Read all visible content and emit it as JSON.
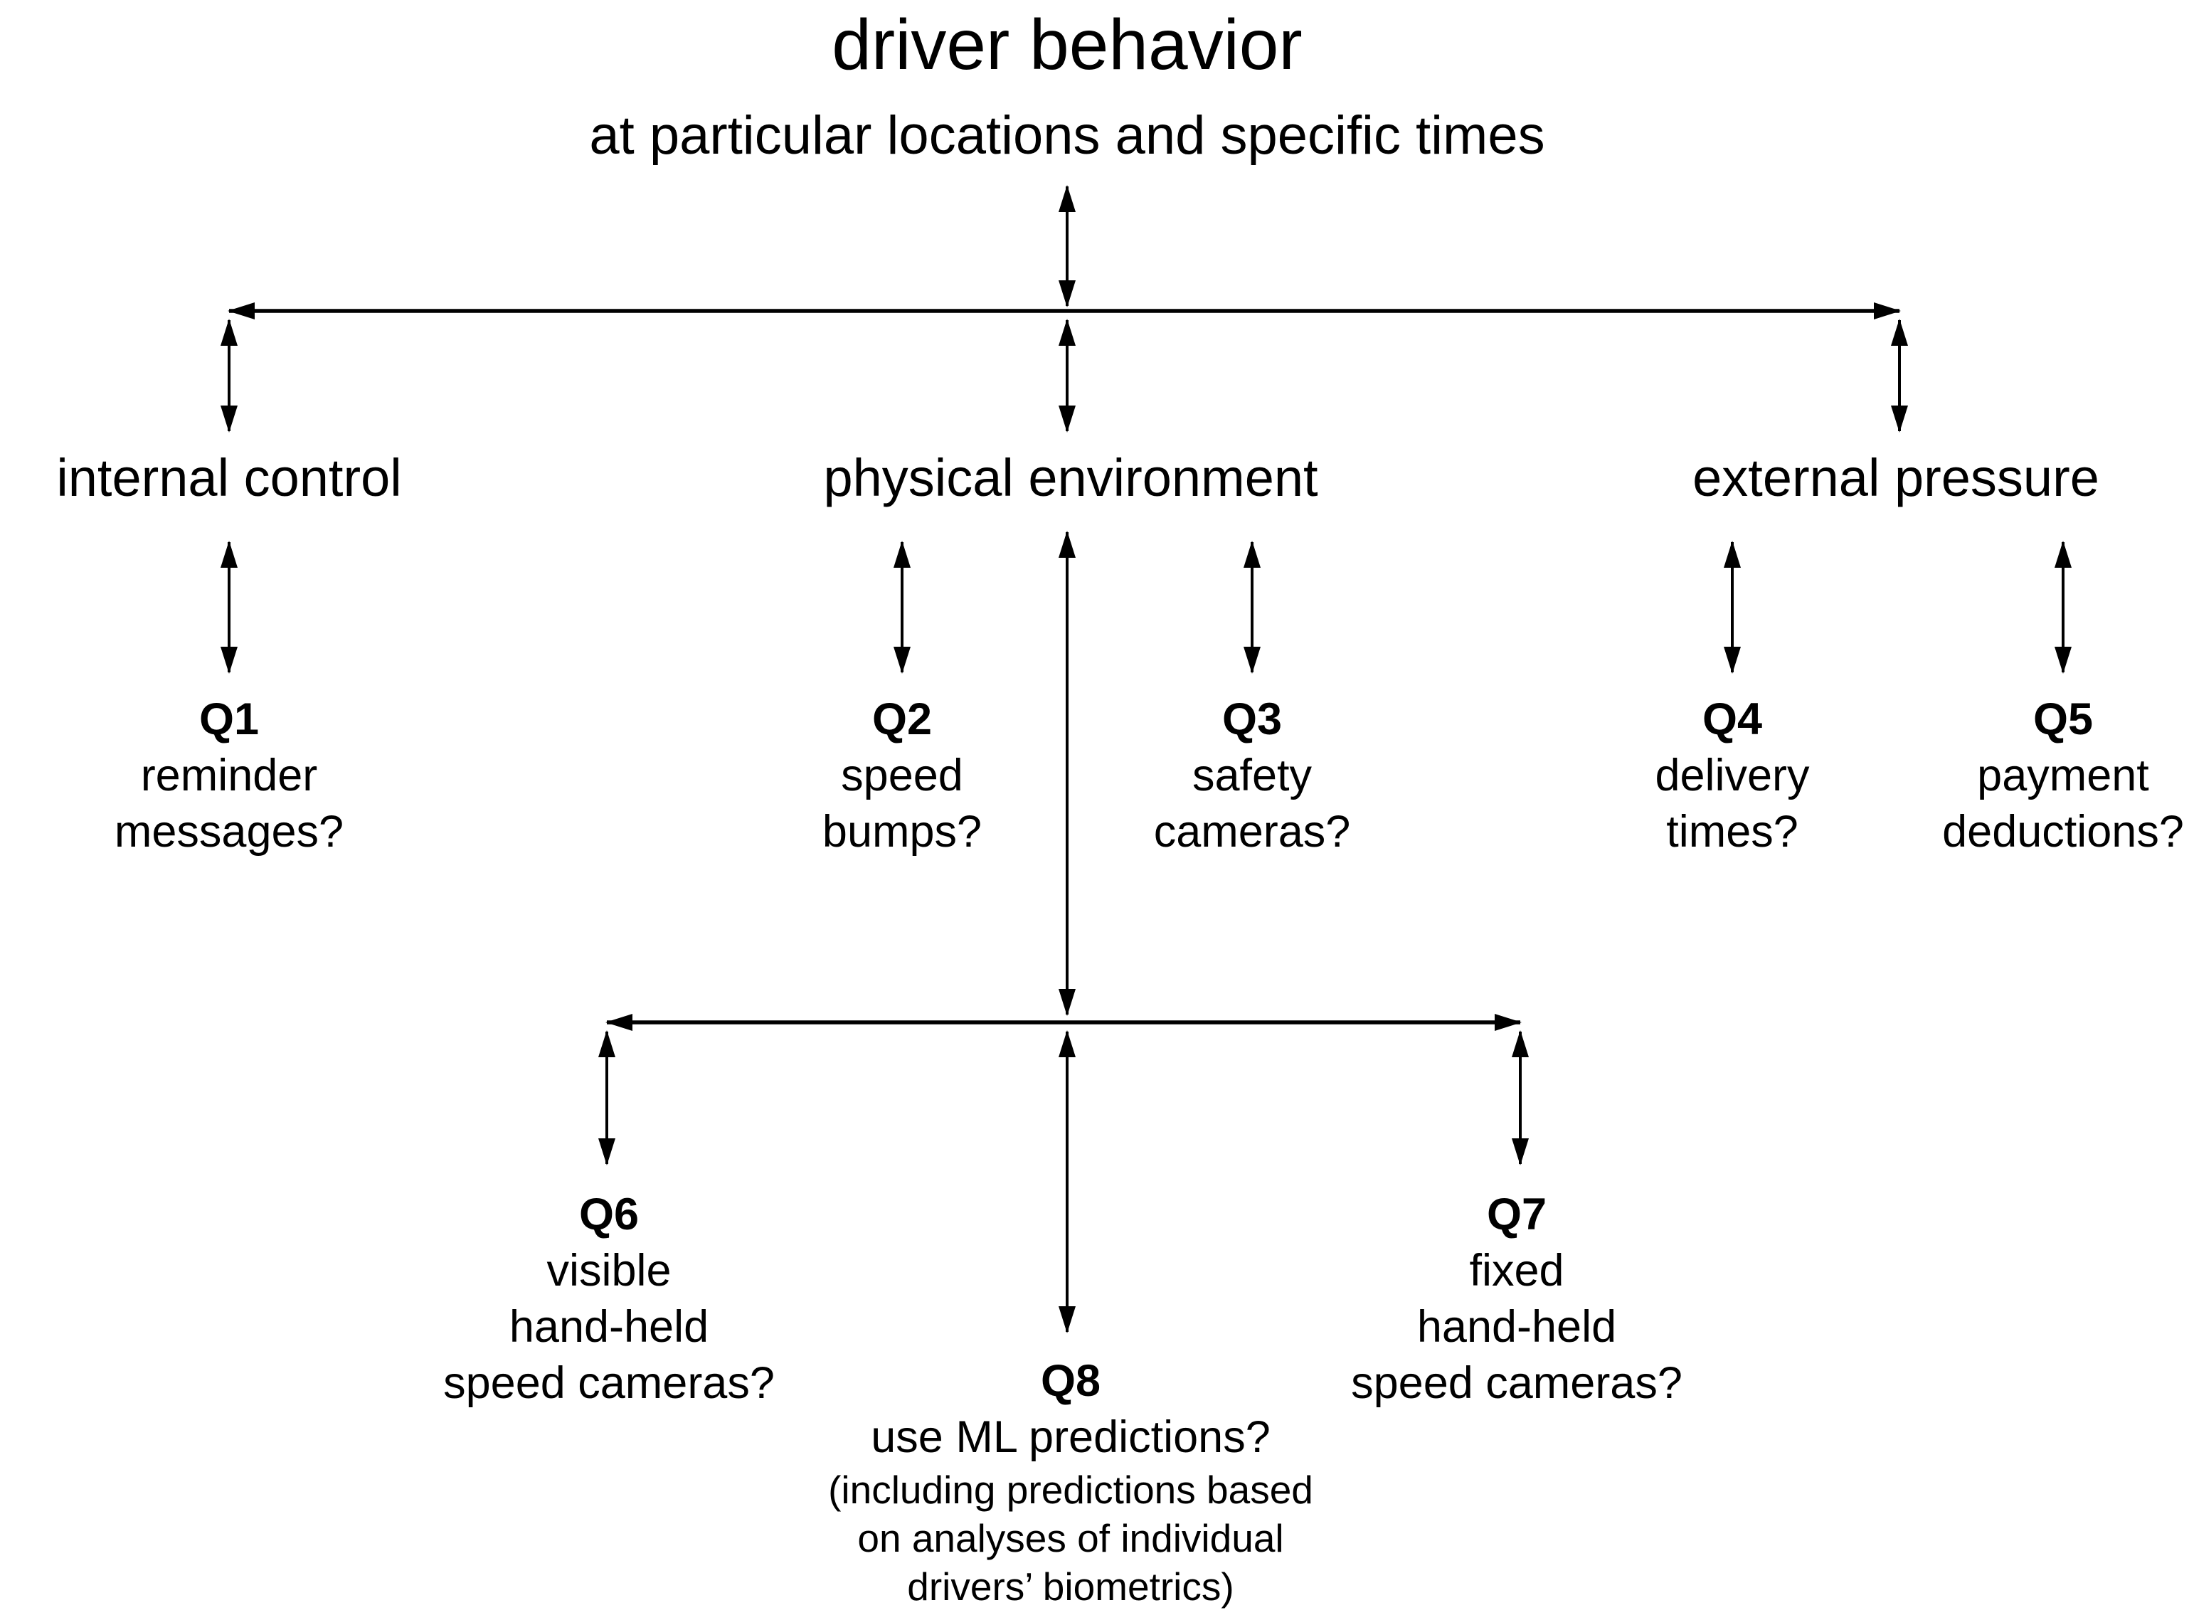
{
  "diagram": {
    "colors": {
      "background": "#ffffff",
      "text": "#000000",
      "line": "#000000"
    },
    "root": {
      "title": "driver behavior",
      "subtitle": "at particular locations and specific times"
    },
    "categories": [
      {
        "label": "internal control",
        "parent": "driver behavior"
      },
      {
        "label": "physical environment",
        "parent": "driver behavior"
      },
      {
        "label": "external pressure",
        "parent": "driver behavior"
      }
    ],
    "questions": [
      {
        "id": "Q1",
        "lines": [
          "reminder",
          "messages?"
        ],
        "parent": "internal control"
      },
      {
        "id": "Q2",
        "lines": [
          "speed",
          "bumps?"
        ],
        "parent": "physical environment"
      },
      {
        "id": "Q3",
        "lines": [
          "safety",
          "cameras?"
        ],
        "parent": "physical environment"
      },
      {
        "id": "Q4",
        "lines": [
          "delivery",
          "times?"
        ],
        "parent": "external pressure"
      },
      {
        "id": "Q5",
        "lines": [
          "payment",
          "deductions?"
        ],
        "parent": "external pressure"
      },
      {
        "id": "Q6",
        "lines": [
          "visible",
          "hand-held",
          "speed cameras?"
        ],
        "parent": "physical environment"
      },
      {
        "id": "Q7",
        "lines": [
          "fixed",
          "hand-held",
          "speed cameras?"
        ],
        "parent": "physical environment"
      },
      {
        "id": "Q8",
        "lines": [
          "use ML predictions?"
        ],
        "note_lines": [
          "(including predictions based",
          "on analyses of individual",
          "drivers’ biometrics)"
        ],
        "parent": "physical environment"
      }
    ]
  }
}
